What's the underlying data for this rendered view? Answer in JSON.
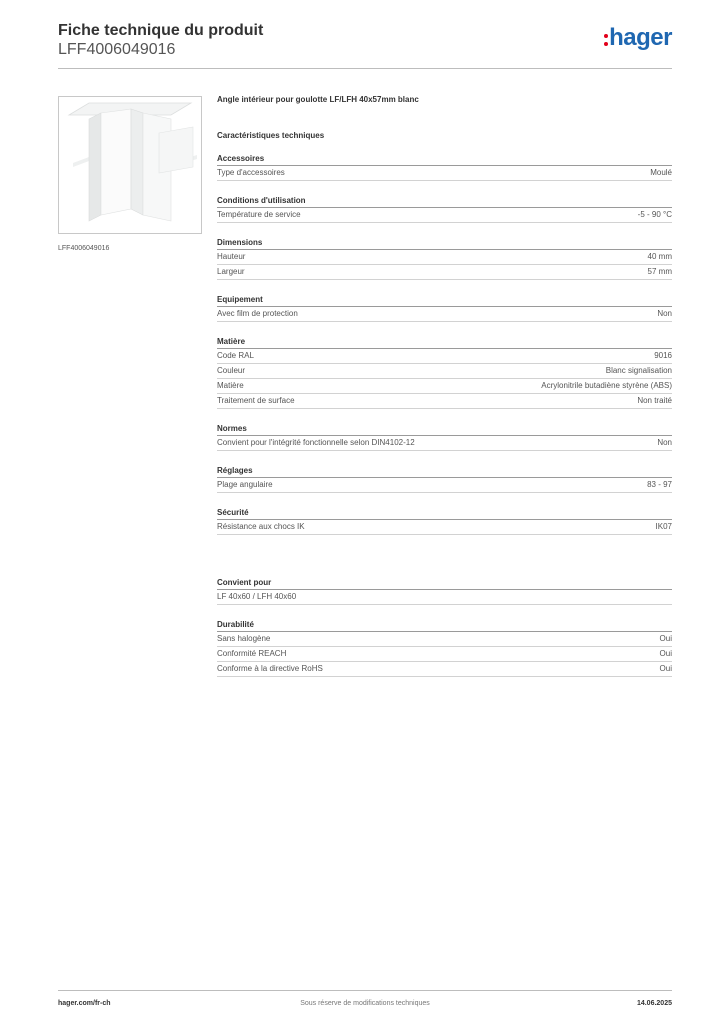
{
  "header": {
    "title": "Fiche technique du produit",
    "reference": "LFF4006049016",
    "logo_text": "hager"
  },
  "image": {
    "caption": "LFF4006049016",
    "icon": "product-photo-icon"
  },
  "product": {
    "title": "Angle intérieur pour goulotte LF/LFH 40x57mm blanc",
    "tech_heading": "Caractéristiques techniques"
  },
  "groups": [
    {
      "title": "Accessoires",
      "rows": [
        {
          "label": "Type d'accessoires",
          "value": "Moulé"
        }
      ]
    },
    {
      "title": "Conditions d'utilisation",
      "rows": [
        {
          "label": "Température de service",
          "value": "-5 - 90 °C"
        }
      ]
    },
    {
      "title": "Dimensions",
      "rows": [
        {
          "label": "Hauteur",
          "value": "40 mm"
        },
        {
          "label": "Largeur",
          "value": "57 mm"
        }
      ]
    },
    {
      "title": "Equipement",
      "rows": [
        {
          "label": "Avec film de protection",
          "value": "Non"
        }
      ]
    },
    {
      "title": "Matière",
      "rows": [
        {
          "label": "Code RAL",
          "value": "9016"
        },
        {
          "label": "Couleur",
          "value": "Blanc signalisation"
        },
        {
          "label": "Matière",
          "value": "Acrylonitrile butadiène styrène (ABS)"
        },
        {
          "label": "Traitement de surface",
          "value": "Non traité"
        }
      ]
    },
    {
      "title": "Normes",
      "rows": [
        {
          "label": "Convient pour l'intégrité fonctionnelle selon DIN4102-12",
          "value": "Non"
        }
      ]
    },
    {
      "title": "Réglages",
      "rows": [
        {
          "label": "Plage angulaire",
          "value": "83 - 97"
        }
      ]
    },
    {
      "title": "Sécurité",
      "rows": [
        {
          "label": "Résistance aux chocs IK",
          "value": "IK07"
        }
      ]
    }
  ],
  "suitable": {
    "title": "Convient pour",
    "rows": [
      {
        "label": "LF 40x60 / LFH 40x60",
        "value": ""
      }
    ]
  },
  "durability": {
    "title": "Durabilité",
    "rows": [
      {
        "label": "Sans halogène",
        "value": "Oui"
      },
      {
        "label": "Conformité REACH",
        "value": "Oui"
      },
      {
        "label": "Conforme à la directive RoHS",
        "value": "Oui"
      }
    ]
  },
  "footer": {
    "website": "hager.com/fr-ch",
    "notice": "Sous réserve de modifications techniques",
    "date": "14.06.2025"
  },
  "colors": {
    "brand_blue": "#1f67b1",
    "brand_red": "#e2001a"
  }
}
